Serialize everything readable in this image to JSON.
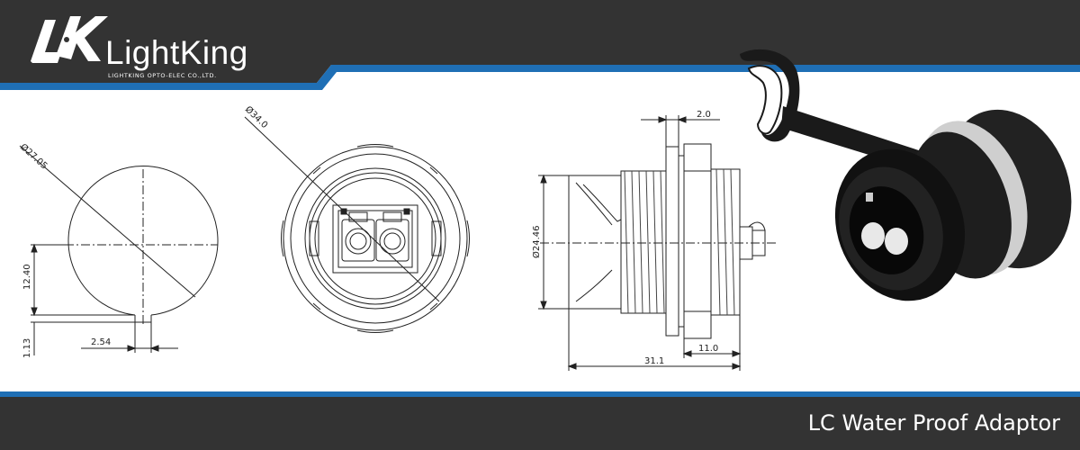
{
  "brand": {
    "name": "LightKing",
    "subtitle": "LIGHTKING OPTO-ELEC CO.,LTD."
  },
  "product": {
    "title": "LC Water Proof Adaptor"
  },
  "dimensions": {
    "left_view": {
      "diameter": "Ø27.05",
      "height": "12.40",
      "offset": "1.13",
      "width": "2.54"
    },
    "front_view": {
      "diameter": "Ø34.0"
    },
    "side_view": {
      "flange": "2.0",
      "diameter": "Ø24.46",
      "short_length": "11.0",
      "total_length": "31.1"
    }
  },
  "colors": {
    "band": "#333333",
    "accent": "#1f6fb5",
    "line": "#222222",
    "product_body": "#111111"
  }
}
